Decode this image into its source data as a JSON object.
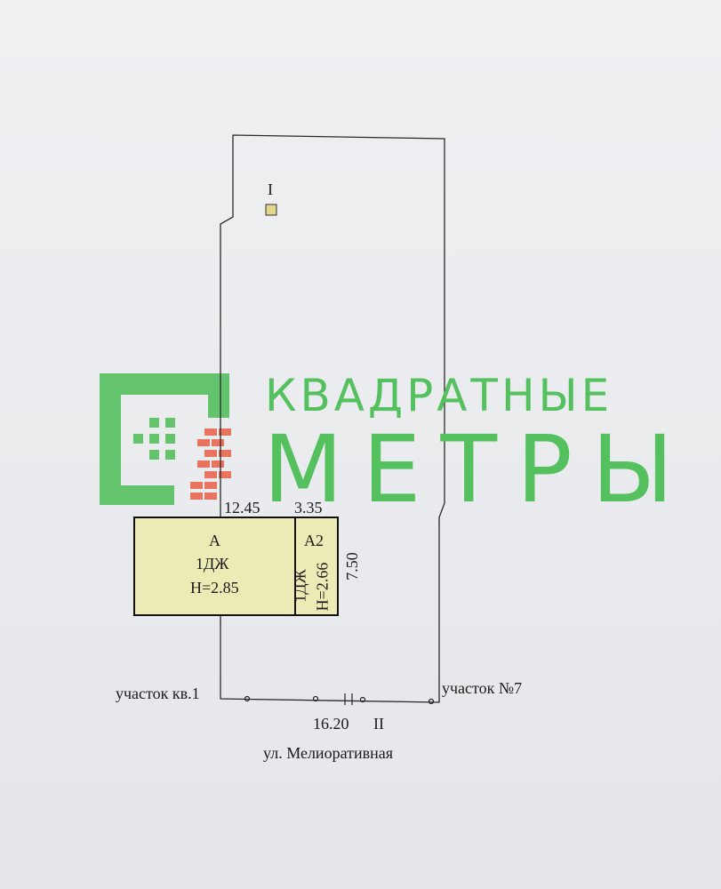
{
  "plot": {
    "marker_label": "I",
    "building_a": {
      "name": "А",
      "type": "1ДЖ",
      "height": "H=2.85"
    },
    "building_a2": {
      "name": "А2",
      "type": "1ДЖ",
      "height": "H=2.66"
    },
    "dimensions": {
      "width_a": "12.45",
      "width_a2": "3.35",
      "depth": "7.50",
      "frontage": "16.20"
    },
    "frontage_marker": "II",
    "neighbor_left": "участок кв.1",
    "neighbor_right": "участок №7",
    "street": "ул. Мелиоративная"
  },
  "watermark": {
    "line1": "КВАДРАТНЫЕ",
    "line2": "МЕТРЫ",
    "color": "#55c05e",
    "accent": "#e8674f"
  }
}
